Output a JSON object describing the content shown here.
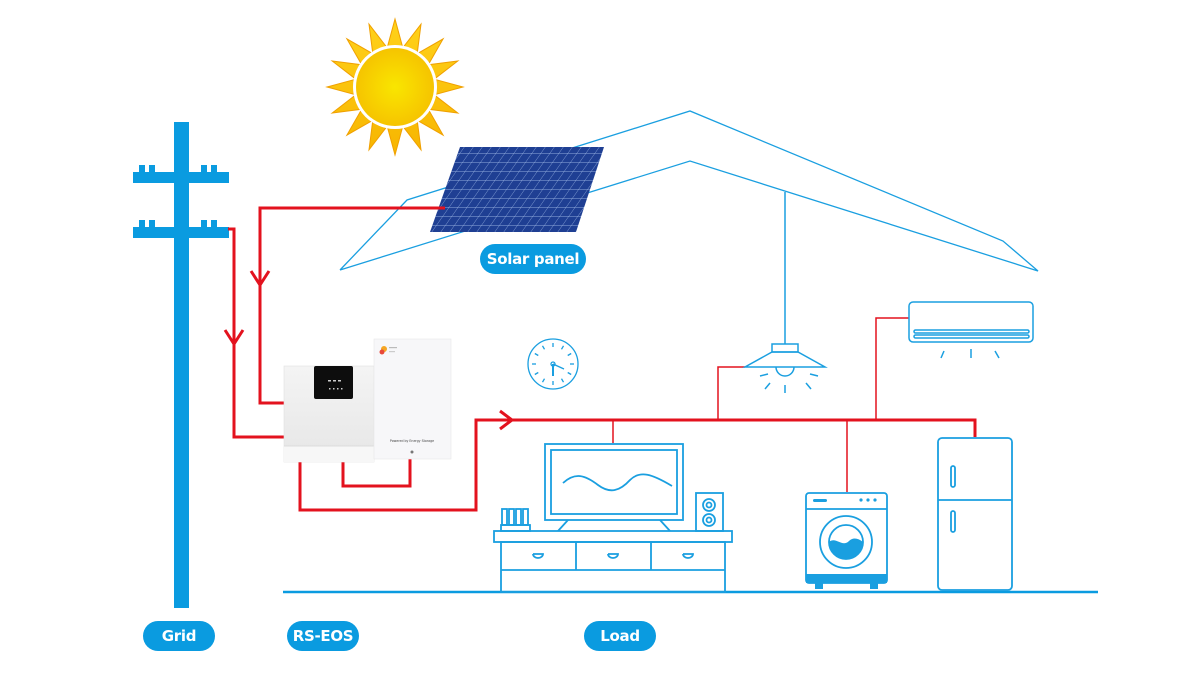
{
  "diagram": {
    "title": "Off-grid / hybrid solar energy storage system",
    "colors": {
      "outline_blue": "#1a9fe0",
      "label_bg": "#0a9be0",
      "power_line_red": "#e3121e",
      "solar_panel": "#1f3f93",
      "sun_core": "#f7d200",
      "sun_rays": "#f5b400"
    },
    "labels": {
      "solar_panel": "Solar panel",
      "grid": "Grid",
      "rs_eos": "RS-EOS",
      "load": "Load"
    },
    "components": {
      "sun": "sun-icon",
      "utility_pole": "utility-pole-icon",
      "solar_panel": "solar-panel-icon",
      "inverter": "inverter-device",
      "battery": "battery-cabinet",
      "clock": "wall-clock-icon",
      "lamp": "ceiling-lamp-icon",
      "air_conditioner": "air-conditioner-icon",
      "tv": "television-icon",
      "speaker": "speaker-icon",
      "router": "router-icon",
      "tv_cabinet": "tv-cabinet-icon",
      "washing_machine": "washing-machine-icon",
      "refrigerator": "refrigerator-icon"
    },
    "battery_label": "Powered by Energy Storage"
  }
}
